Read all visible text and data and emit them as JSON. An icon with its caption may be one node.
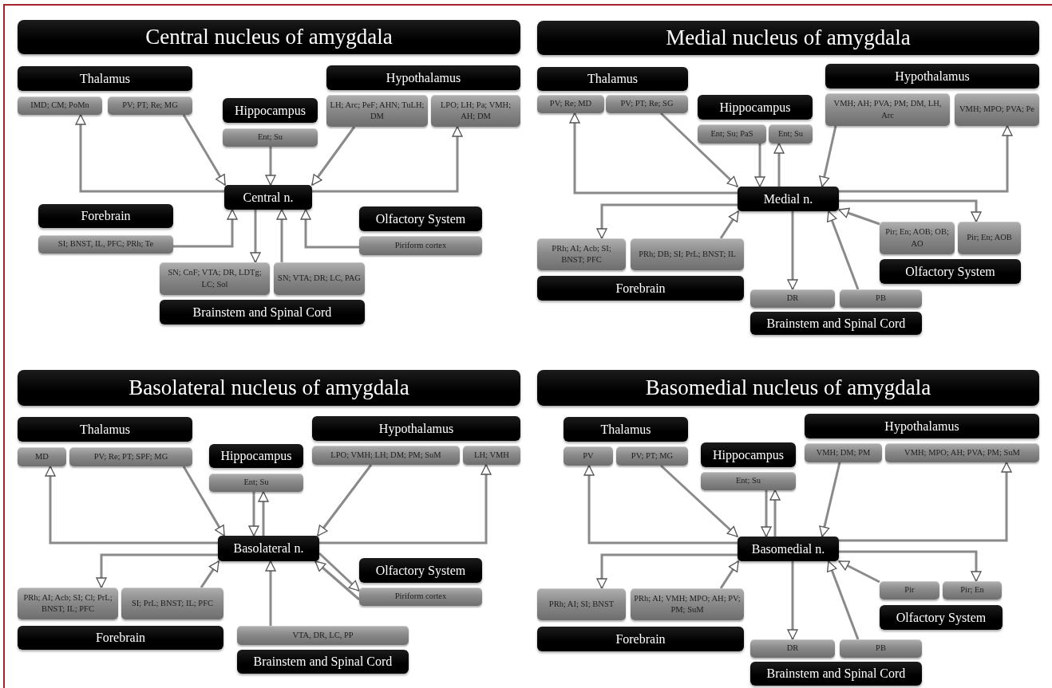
{
  "diagram": {
    "nodes": [
      {
        "text": [
          "Central nucleus of amygdala"
        ]
      },
      {
        "text": [
          "Thalamus"
        ]
      },
      {
        "text": [
          "IMD; CM; PoMn"
        ]
      },
      {
        "text": [
          "PV; PT; Re; MG"
        ]
      },
      {
        "text": [
          "Hippocampus"
        ]
      },
      {
        "text": [
          "Ent; Su"
        ]
      },
      {
        "text": [
          "Hypothalamus"
        ]
      },
      {
        "text": [
          "LH; Arc; PeF; AHN; TuLH; DM"
        ]
      },
      {
        "text": [
          "LPO; LH; Pa; VMH; AH; DM"
        ]
      },
      {
        "text": [
          "Central n."
        ]
      },
      {
        "text": [
          "Forebrain"
        ]
      },
      {
        "text": [
          "SI; BNST, IL, PFC; PRh; Te"
        ]
      },
      {
        "text": [
          "Olfactory System"
        ]
      },
      {
        "text": [
          "Piriform cortex"
        ]
      },
      {
        "text": [
          "SN; CnF; VTA; DR, LDTg; LC; Sol"
        ]
      },
      {
        "text": [
          "SN; VTA; DR; LC, PAG"
        ]
      },
      {
        "text": [
          "Brainstem and Spinal Cord"
        ]
      },
      {
        "text": [
          "Medial nucleus of amygdala"
        ]
      },
      {
        "text": [
          "Thalamus"
        ]
      },
      {
        "text": [
          "PV; Re; MD"
        ]
      },
      {
        "text": [
          "PV; PT; Re; SG"
        ]
      },
      {
        "text": [
          "Hippocampus"
        ]
      },
      {
        "text": [
          "Ent; Su; PaS"
        ]
      },
      {
        "text": [
          "Ent; Su"
        ]
      },
      {
        "text": [
          "Hypothalamus"
        ]
      },
      {
        "text": [
          "VMH; AH; PVA; PM; DM, LH, Arc"
        ]
      },
      {
        "text": [
          "VMH; MPO; PVA; Pe"
        ]
      },
      {
        "text": [
          "Medial n."
        ]
      },
      {
        "text": [
          "PRh; AI; Acb; SI; BNST; PFC"
        ]
      },
      {
        "text": [
          "PRh; DB; SI; PrL; BNST; IL"
        ]
      },
      {
        "text": [
          "Forebrain"
        ]
      },
      {
        "text": [
          "Pir; En; AOB; OB; AO"
        ]
      },
      {
        "text": [
          "Pir; En; AOB"
        ]
      },
      {
        "text": [
          "Olfactory System"
        ]
      },
      {
        "text": [
          "DR"
        ]
      },
      {
        "text": [
          "PB"
        ]
      },
      {
        "text": [
          "Brainstem and Spinal Cord"
        ]
      },
      {
        "text": [
          "Basolateral nucleus of amygdala"
        ]
      },
      {
        "text": [
          "Thalamus"
        ]
      },
      {
        "text": [
          "MD"
        ]
      },
      {
        "text": [
          "PV; Re; PT; SPF; MG"
        ]
      },
      {
        "text": [
          "Hippocampus"
        ]
      },
      {
        "text": [
          "Ent; Su"
        ]
      },
      {
        "text": [
          "Hypothalamus"
        ]
      },
      {
        "text": [
          "LPO; VMH; LH; DM; PM; SuM"
        ]
      },
      {
        "text": [
          "LH; VMH"
        ]
      },
      {
        "text": [
          "Basolateral n."
        ]
      },
      {
        "text": [
          "Olfactory System"
        ]
      },
      {
        "text": [
          "Piriform cortex"
        ]
      },
      {
        "text": [
          "PRh; AI; Acb; SI; Cl; PrL; BNST; IL; PFC"
        ]
      },
      {
        "text": [
          "SI; PrL; BNST; IL; PFC"
        ]
      },
      {
        "text": [
          "Forebrain"
        ]
      },
      {
        "text": [
          "VTA, DR, LC, PP"
        ]
      },
      {
        "text": [
          "Brainstem and Spinal Cord"
        ]
      },
      {
        "text": [
          "Basomedial nucleus of amygdala"
        ]
      },
      {
        "text": [
          "Thalamus"
        ]
      },
      {
        "text": [
          "PV"
        ]
      },
      {
        "text": [
          "PV; PT; MG"
        ]
      },
      {
        "text": [
          "Hippocampus"
        ]
      },
      {
        "text": [
          "Ent; Su"
        ]
      },
      {
        "text": [
          "Hypothalamus"
        ]
      },
      {
        "text": [
          "VMH; DM; PM"
        ]
      },
      {
        "text": [
          "VMH; MPO; AH; PVA; PM; SuM"
        ]
      },
      {
        "text": [
          "Basomedial n."
        ]
      },
      {
        "text": [
          "PRh; AI; SI; BNST"
        ]
      },
      {
        "text": [
          "PRh; AI; VMH; MPO; AH; PV; PM; SuM"
        ]
      },
      {
        "text": [
          "Forebrain"
        ]
      },
      {
        "text": [
          "Pir"
        ]
      },
      {
        "text": [
          "Pir; En"
        ]
      },
      {
        "text": [
          "Olfactory System"
        ]
      },
      {
        "text": [
          "DR"
        ]
      },
      {
        "text": [
          "PB"
        ]
      },
      {
        "text": [
          "Brainstem and Spinal Cord"
        ]
      }
    ],
    "edges": [
      {
        "from": 9,
        "to": 2,
        "arrow": "to"
      },
      {
        "from": 3,
        "to": 9,
        "arrow": "to"
      },
      {
        "from": 5,
        "to": 9,
        "arrow": "to"
      },
      {
        "from": 7,
        "to": 9,
        "arrow": "to"
      },
      {
        "from": 9,
        "to": 8,
        "arrow": "to"
      },
      {
        "from": 11,
        "to": 9,
        "arrow": "to"
      },
      {
        "from": 9,
        "to": 14,
        "arrow": "to"
      },
      {
        "from": 15,
        "to": 9,
        "arrow": "to"
      },
      {
        "from": 13,
        "to": 9,
        "arrow": "to"
      },
      {
        "from": 27,
        "to": 19,
        "arrow": "to"
      },
      {
        "from": 20,
        "to": 27,
        "arrow": "to"
      },
      {
        "from": 22,
        "to": 27,
        "arrow": "to"
      },
      {
        "from": 27,
        "to": 23,
        "arrow": "to"
      },
      {
        "from": 25,
        "to": 27,
        "arrow": "to"
      },
      {
        "from": 27,
        "to": 26,
        "arrow": "to"
      },
      {
        "from": 27,
        "to": 28,
        "arrow": "to"
      },
      {
        "from": 29,
        "to": 27,
        "arrow": "to"
      },
      {
        "from": 31,
        "to": 27,
        "arrow": "to"
      },
      {
        "from": 27,
        "to": 32,
        "arrow": "to"
      },
      {
        "from": 27,
        "to": 34,
        "arrow": "to"
      },
      {
        "from": 35,
        "to": 27,
        "arrow": "to"
      },
      {
        "from": 46,
        "to": 39,
        "arrow": "to"
      },
      {
        "from": 40,
        "to": 46,
        "arrow": "to"
      },
      {
        "from": 42,
        "to": 46,
        "arrow": "to"
      },
      {
        "from": 46,
        "to": 42,
        "arrow": "to"
      },
      {
        "from": 44,
        "to": 46,
        "arrow": "to"
      },
      {
        "from": 46,
        "to": 45,
        "arrow": "to"
      },
      {
        "from": 46,
        "to": 49,
        "arrow": "to"
      },
      {
        "from": 50,
        "to": 46,
        "arrow": "to"
      },
      {
        "from": 52,
        "to": 46,
        "arrow": "to"
      },
      {
        "from": 46,
        "to": 48,
        "arrow": "to"
      },
      {
        "from": 48,
        "to": 46,
        "arrow": "to"
      },
      {
        "from": 63,
        "to": 56,
        "arrow": "to"
      },
      {
        "from": 57,
        "to": 63,
        "arrow": "to"
      },
      {
        "from": 59,
        "to": 63,
        "arrow": "to"
      },
      {
        "from": 63,
        "to": 59,
        "arrow": "to"
      },
      {
        "from": 61,
        "to": 63,
        "arrow": "to"
      },
      {
        "from": 63,
        "to": 62,
        "arrow": "to"
      },
      {
        "from": 63,
        "to": 64,
        "arrow": "to"
      },
      {
        "from": 65,
        "to": 63,
        "arrow": "to"
      },
      {
        "from": 67,
        "to": 63,
        "arrow": "to"
      },
      {
        "from": 63,
        "to": 68,
        "arrow": "to"
      },
      {
        "from": 63,
        "to": 70,
        "arrow": "to"
      },
      {
        "from": 71,
        "to": 63,
        "arrow": "to"
      }
    ]
  }
}
